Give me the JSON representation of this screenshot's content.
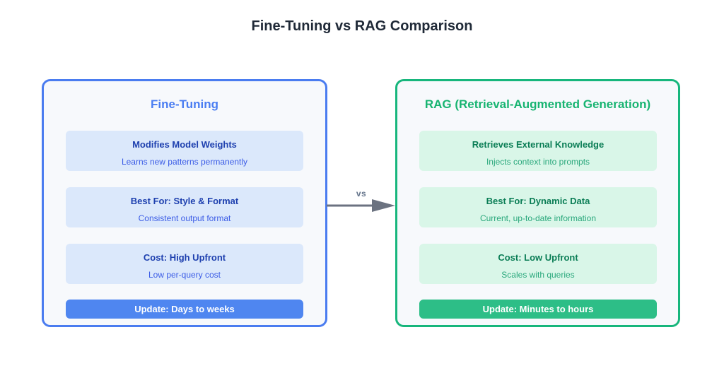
{
  "title": "Fine-Tuning vs RAG Comparison",
  "edge": {
    "label": "vs"
  },
  "panels": [
    {
      "heading": "Fine-Tuning",
      "cards": [
        {
          "title": "Modifies Model Weights",
          "subtitle": "Learns new patterns permanently"
        },
        {
          "title": "Best For: Style & Format",
          "subtitle": "Consistent output format"
        },
        {
          "title": "Cost: High Upfront",
          "subtitle": "Low per-query cost"
        }
      ],
      "pill": "Update: Days to weeks"
    },
    {
      "heading": "RAG (Retrieval-Augmented Generation)",
      "cards": [
        {
          "title": "Retrieves External Knowledge",
          "subtitle": "Injects context into prompts"
        },
        {
          "title": "Best For: Dynamic Data",
          "subtitle": "Current, up-to-date information"
        },
        {
          "title": "Cost: Low Upfront",
          "subtitle": "Scales with queries"
        }
      ],
      "pill": "Update: Minutes to hours"
    }
  ],
  "colors": {
    "canvas-bg": "#ffffff",
    "title-text": "#1f2937",
    "panel-bg": "#f7f9fc",
    "blue-border": "#4a7cf0",
    "blue-heading": "#4a7df2",
    "blue-card-bg": "#dbe8fb",
    "blue-card-title": "#1e40af",
    "blue-card-subtitle": "#3b5ce6",
    "blue-pill-bg": "#4f86f0",
    "green-border": "#17b67c",
    "green-heading": "#17b471",
    "green-card-bg": "#d9f6e8",
    "green-card-title": "#0a7d55",
    "green-card-subtitle": "#2aa87c",
    "green-pill-bg": "#2dbe87",
    "arrow": "#6b7280",
    "edge-label": "#64748b",
    "pill-text": "#ffffff"
  }
}
